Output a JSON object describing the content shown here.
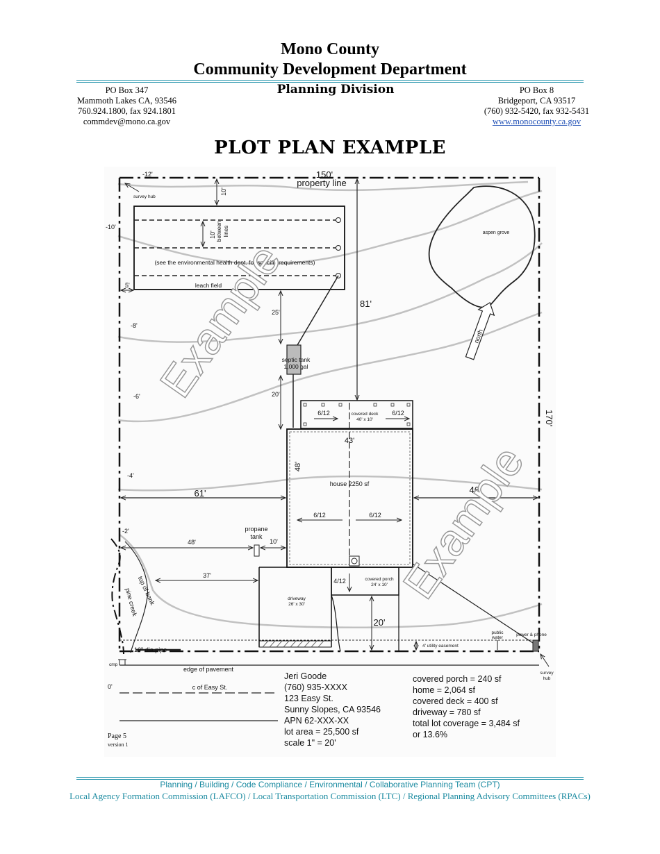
{
  "header": {
    "org": "Mono County",
    "dept": "Community Development Department",
    "division": "Planning Division",
    "left_address": [
      "PO Box 347",
      "Mammoth Lakes CA, 93546",
      "760.924.1800, fax 924.1801",
      "commdev@mono.ca.gov"
    ],
    "right_address": [
      "PO Box 8",
      "Bridgeport, CA  93517",
      "(760) 932-5420, fax 932-5431"
    ],
    "website": "www.monocounty.ca.gov",
    "accent_color": "#1a8fa8"
  },
  "title": "PLOT PLAN EXAMPLE",
  "plan": {
    "watermark": "Example",
    "labels": {
      "property_line": "property line",
      "width_total": "150'",
      "depth_total": "170'",
      "survey_hub": "survey hub",
      "survey_hub_br": [
        "survey",
        "hub"
      ],
      "aspen_grove": "aspen grove",
      "north": "north",
      "leach_note": "(see the environmental health dept. for specific requirements)",
      "leach_field": "leach field",
      "between_lines": [
        "between",
        "lines"
      ],
      "septic": [
        "septic tank",
        "1,000 gal"
      ],
      "covered_deck": [
        "covered deck",
        "40' x 10'"
      ],
      "house": "house 2250 sf",
      "propane": [
        "propane",
        "tank"
      ],
      "driveway": [
        "driveway",
        "26' x 30'"
      ],
      "covered_porch": [
        "covered porch",
        "24' x 10'"
      ],
      "top_of_bank": "top of bank",
      "pine_creek": "pine creek",
      "pipe": "10\" dia pipe",
      "cmp": "cmp",
      "utility_easement": "4' utility easement",
      "public_water": [
        "public",
        "water"
      ],
      "power_phone": "power & phone",
      "edge_pavement": "edge of pavement",
      "centerline": "c of Easy St.",
      "zero": "0'",
      "page": "Page 5",
      "version": "version  1"
    },
    "dims": {
      "top_offset": "-12'",
      "d10": "10'",
      "d10b": "10'",
      "m10": "-10'",
      "d5": "5'",
      "d25": "25'",
      "d81": "81'",
      "m8": "-8'",
      "d20": "20'",
      "m6": "-6'",
      "d43": "43'",
      "d48v": "48'",
      "m4": "-4'",
      "d61": "61'",
      "d46": "46'",
      "m2": "-2'",
      "d48h": "48'",
      "d10p": "10'",
      "d37": "37'",
      "d20b": "20'",
      "slope": "6/12",
      "slope_porch": "4/12"
    },
    "owner_info": [
      "Jeri Goode",
      "(760) 935-XXXX",
      "123 Easy St.",
      "Sunny Slopes, CA 93546",
      "APN 62-XXX-XX",
      "lot area = 25,500 sf",
      "scale 1\" = 20'"
    ],
    "coverage": [
      "covered porch = 240 sf",
      "home = 2,064 sf",
      "covered deck = 400 sf",
      "driveway = 780 sf",
      "total lot coverage = 3,484 sf",
      "or 13.6%"
    ]
  },
  "footer": {
    "line1": "Planning / Building / Code Compliance / Environmental / Collaborative Planning Team (CPT)",
    "line2": "Local Agency Formation Commission (LAFCO) / Local Transportation Commission (LTC) / Regional Planning Advisory Committees (RPACs)"
  }
}
